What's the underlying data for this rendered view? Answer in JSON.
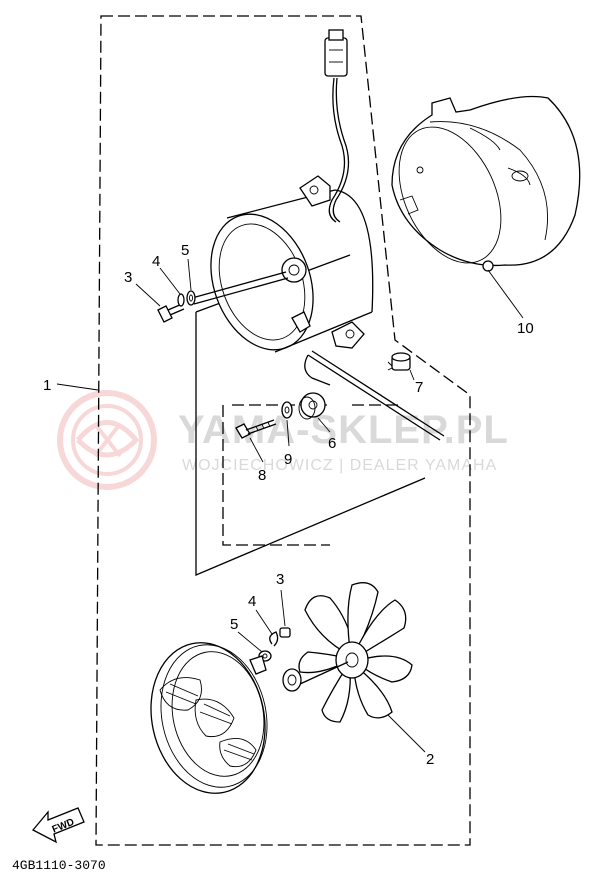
{
  "diagram": {
    "code": "4GB1110-3070",
    "watermark": {
      "title": "YAMA-SKLEP.PL",
      "subtitle": "WOJCIECHOWICZ | DEALER YAMAHA"
    },
    "fwd_label": "FWD",
    "callouts": [
      {
        "id": "callout-1",
        "label": "1"
      },
      {
        "id": "callout-2",
        "label": "2"
      },
      {
        "id": "callout-3a",
        "label": "3"
      },
      {
        "id": "callout-3b",
        "label": "3"
      },
      {
        "id": "callout-4a",
        "label": "4"
      },
      {
        "id": "callout-4b",
        "label": "4"
      },
      {
        "id": "callout-5a",
        "label": "5"
      },
      {
        "id": "callout-5b",
        "label": "5"
      },
      {
        "id": "callout-6",
        "label": "6"
      },
      {
        "id": "callout-7",
        "label": "7"
      },
      {
        "id": "callout-8",
        "label": "8"
      },
      {
        "id": "callout-9",
        "label": "9"
      },
      {
        "id": "callout-10",
        "label": "10"
      }
    ],
    "colors": {
      "line": "#000000",
      "watermark": "#d9d9d9",
      "logo": "#f2b8b8"
    }
  }
}
